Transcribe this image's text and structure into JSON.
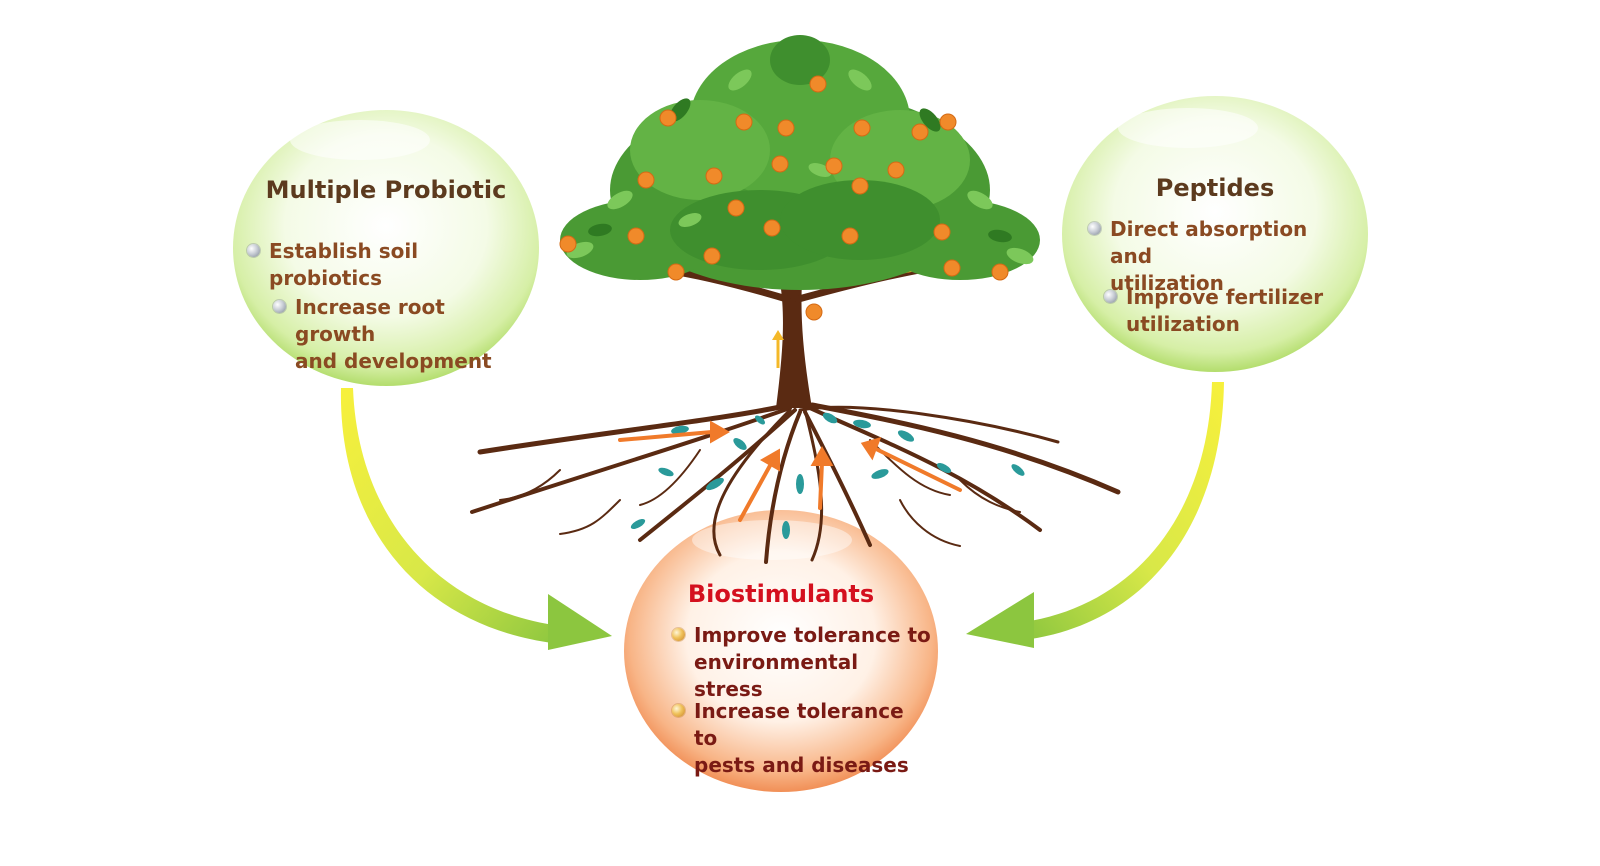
{
  "probiotic": {
    "title": "Multiple Probiotic",
    "items": [
      "Establish soil probiotics",
      "Increase root growth\nand development"
    ]
  },
  "peptides": {
    "title": "Peptides",
    "items": [
      "Direct absorption and\nutilization",
      "Improve fertilizer\nutilization"
    ]
  },
  "biostimulants": {
    "title": "Biostimulants",
    "items": [
      "Improve tolerance to\nenvironmental stress",
      "Increase tolerance to\npests and diseases"
    ]
  },
  "colors": {
    "green_bubble": "#c8e89a",
    "orange_bubble": "#f08a4a",
    "title_brown": "#5c3a1e",
    "text_brown": "#8a4a22",
    "title_red": "#d4101e",
    "arrow_green": "#8cc63f",
    "arrow_yellow": "#f4ec3a",
    "root_brown": "#5a2a12",
    "leaf_green": "#3f8f2e",
    "fruit_orange": "#f08a2a",
    "microbe_teal": "#2a9a9a"
  },
  "icons": [
    "tree-illustration",
    "root-system",
    "curved-arrow-left",
    "curved-arrow-right",
    "bullet-dot"
  ]
}
